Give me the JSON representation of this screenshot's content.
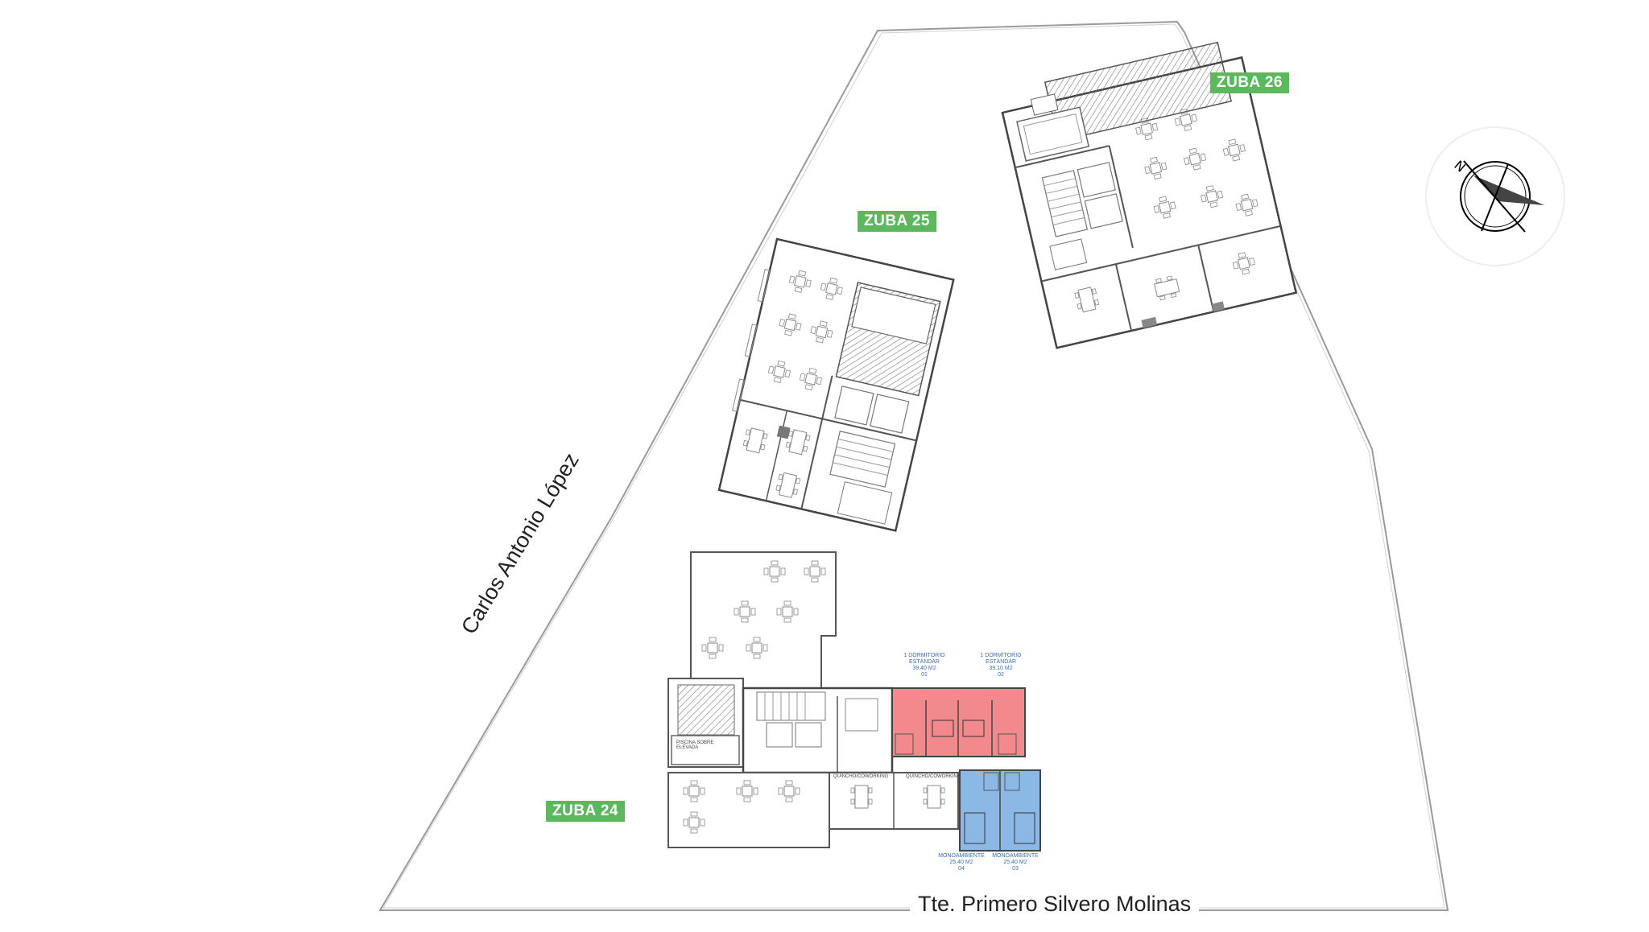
{
  "buildings": {
    "zuba24": {
      "label": "ZUBA 24"
    },
    "zuba25": {
      "label": "ZUBA 25"
    },
    "zuba26": {
      "label": "ZUBA 26"
    }
  },
  "streets": {
    "west": "Carlos Antonio López",
    "south": "Tte. Primero Silvero Molinas"
  },
  "units": {
    "u01": {
      "type": "1 DORMITORIO ESTÁNDAR",
      "area": "39.40 M2",
      "number": "01"
    },
    "u02": {
      "type": "1 DORMITORIO ESTÁNDAR",
      "area": "39.10 M2",
      "number": "02"
    },
    "u03": {
      "type": "MONOAMBIENTE",
      "area": "25.40 M2",
      "number": "03"
    },
    "u04": {
      "type": "MONOAMBIENTE",
      "area": "25.40 M2",
      "number": "04"
    }
  },
  "rooms": {
    "pool": "PISCINA SOBRE ELEVADA",
    "cowork1": "QUINCHO/COWORKING",
    "cowork2": "QUINCHO/COWORKING"
  },
  "colors": {
    "tag_green": "#5cb85c",
    "unit_red": "#f2898d",
    "unit_blue": "#8cb8e6",
    "line": "#555555"
  },
  "compass": {
    "icon": "compass-rose-icon",
    "north_letter": "N"
  }
}
